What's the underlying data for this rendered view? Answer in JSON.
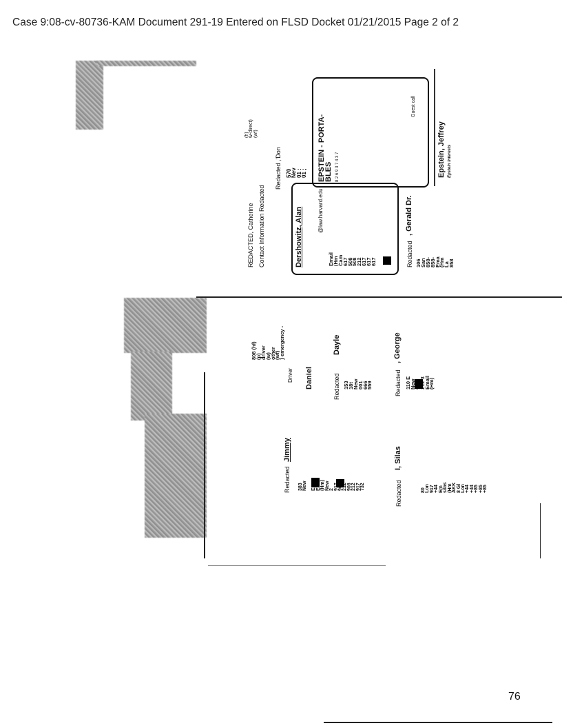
{
  "header": "Case 9:08-cv-80736-KAM Document 291-19 Entered on FLSD Docket 01/21/2015 Page 2 of 2",
  "page_number": "76",
  "upper": {
    "catherine": "REDACTED, Catherine",
    "contact": "Contact Information Redacted",
    "direct_note": "(h)\nw-direct)\n(wf)",
    "don": "Redacted ,'Don",
    "don_lines": "570\nNev\n01 :\n01 ;",
    "dershowitz": "Dershowitz, Alan",
    "harvard": "@law.harvard.edu",
    "dershowitz_lines": "Email\n(Hm\nCam\n617\n508\n508\n212\n617\n617\n617",
    "epstein_porta": "EPSTEIN - PORTA-\nBLES",
    "epstein_porta_sub": "8 2 6 9 3 7 4 3 7",
    "guest_call": "Guest call",
    "epstein_jeffrey": "Epstein, Jeffrey",
    "epstein_interests": "Epstein Interests",
    "gerald_redacted": "Redacted",
    "gerald": ", Gerald Dr.",
    "gerald_lines": "106\nSan\n858-\n858-\nEma\n(Hm\nLa\n858"
  },
  "lower": {
    "emergency": "808 (hf)\n(p)\ndriver\n(w)\nother\n(wf)\n} emergency -",
    "driver": "Driver",
    "daniel": "Daniel",
    "dayle": "Dayle",
    "dayle_redacted": "Redacted",
    "dayle_lines": "153\n18t\nNew\n001\n666\n559",
    "george_redacted": "Redacted",
    "george": ", George",
    "george_lines": "110 E\nNew\n9\n212 3\nEmail\n(Hm)",
    "jimmy_redacted": "Redacted",
    "jimmy": "Jimmy",
    "jimmy_lines": "383\nNew\n\nEma\nEmm\n(Hm)\nNew\n2\n917\n908\n212\n908\n212\n917\n732",
    "silas_redacted": "Redacted",
    "silas": "I, Silas",
    "silas_lines": "80\nLon\n917\n+44\nEm\nsilas\n(Hm\nAKK\n8 Gl\nLon\n+44\n+44\n+85\n+85\n+85"
  }
}
